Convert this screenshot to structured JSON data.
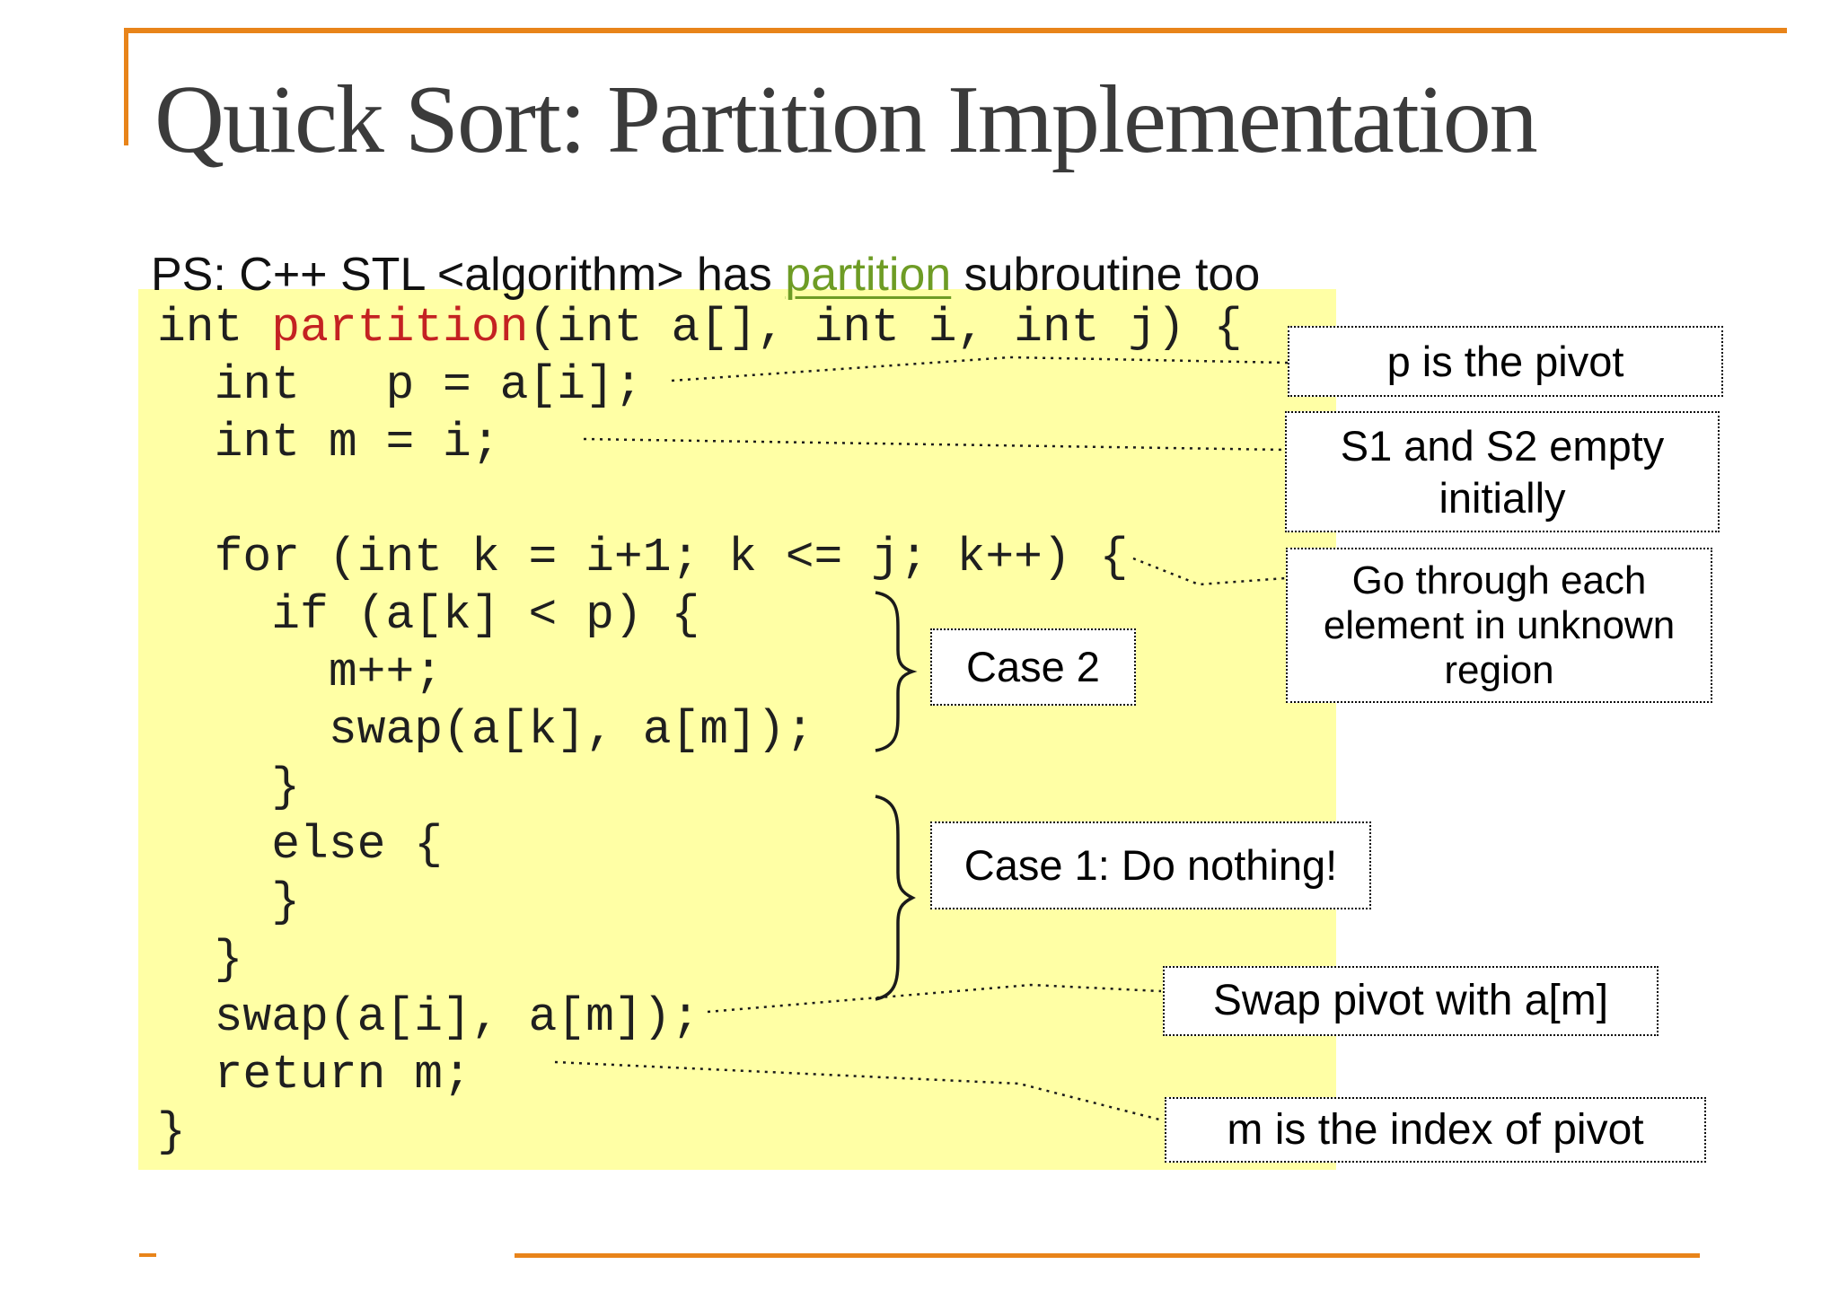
{
  "slide": {
    "title": "Quick Sort: Partition Implementation",
    "subtitle": {
      "prefix": "PS: C++ STL <algorithm> has ",
      "link": "partition",
      "suffix": " subroutine too"
    },
    "code": {
      "line1_pre": "int ",
      "line1_keyword": "partition",
      "line1_post": "(int a[], int i, int j) {",
      "rest": "  int   p = a[i];\n  int m = i;\n\n  for (int k = i+1; k <= j; k++) {\n    if (a[k] < p) {\n      m++;\n      swap(a[k], a[m]);\n    }\n    else {\n    }\n  }\n  swap(a[i], a[m]);\n  return m;\n}"
    },
    "annotations": {
      "pivot": {
        "line1": "p is the pivot"
      },
      "s1s2": {
        "line1": "S1 and S2 empty",
        "line2": "initially"
      },
      "gothrough": {
        "line1": "Go through each",
        "line2": "element in unknown",
        "line3": "region"
      },
      "case2": {
        "line1": "Case 2"
      },
      "case1": {
        "line1": "Case 1: Do nothing!"
      },
      "swap": {
        "line1": "Swap pivot with a[m]"
      },
      "mindex": {
        "line1": "m is the index of pivot"
      }
    },
    "colors": {
      "accent_orange": "#E8841A",
      "code_background": "#FFFFA5",
      "keyword_red": "#C42222",
      "link_green": "#6E9C25",
      "title_gray": "#3B3B3B"
    }
  }
}
